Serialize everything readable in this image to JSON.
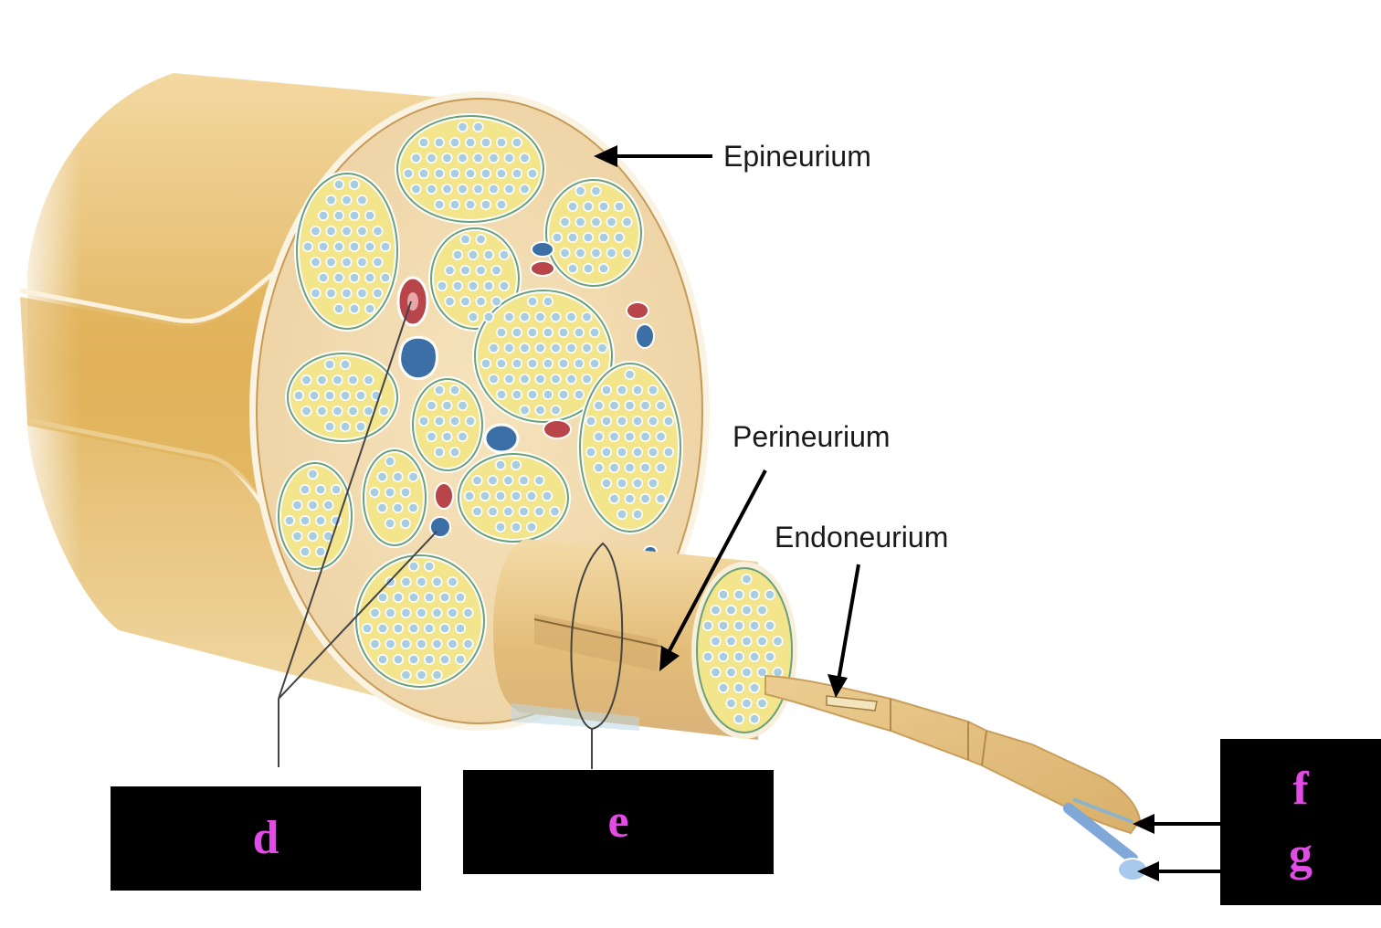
{
  "labels": {
    "epineurium": "Epineurium",
    "perineurium": "Perineurium",
    "endoneurium": "Endoneurium"
  },
  "answer_boxes": {
    "d": "d",
    "e": "e",
    "f": "f",
    "g": "g"
  },
  "colors": {
    "nerve_tan": "#e8c27d",
    "fascicle_fill": "#f2e58c",
    "axon_blue": "#a9cde0",
    "vein_blue": "#3c6fa6",
    "artery_red": "#b8454a",
    "box_bg": "#000000",
    "box_text": "#e34be6"
  }
}
